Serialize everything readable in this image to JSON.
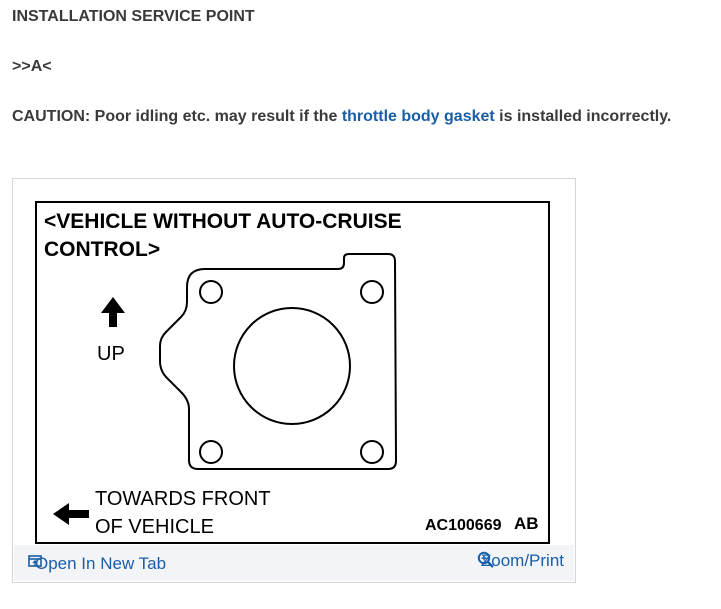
{
  "section": {
    "heading": "INSTALLATION SERVICE POINT",
    "point_ref": ">>A<",
    "caution_prefix": "CAUTION: Poor idling etc. may result if the ",
    "caution_link": "throttle body gasket",
    "caution_suffix": " is installed incorrectly."
  },
  "figure": {
    "title_line1": "<VEHICLE WITHOUT AUTO-CRUISE",
    "title_line2": "CONTROL>",
    "up_label": "UP",
    "front_line1": "TOWARDS FRONT",
    "front_line2": "OF VEHICLE",
    "figure_code": "AC100669",
    "figure_suffix": "AB"
  },
  "footer": {
    "open_label": "Open In New Tab",
    "zoom_label": "Zoom/Print",
    "open_icon": "open-new-tab-icon",
    "zoom_icon": "zoom-magnifier-icon",
    "link_color": "#1a5ea8"
  }
}
